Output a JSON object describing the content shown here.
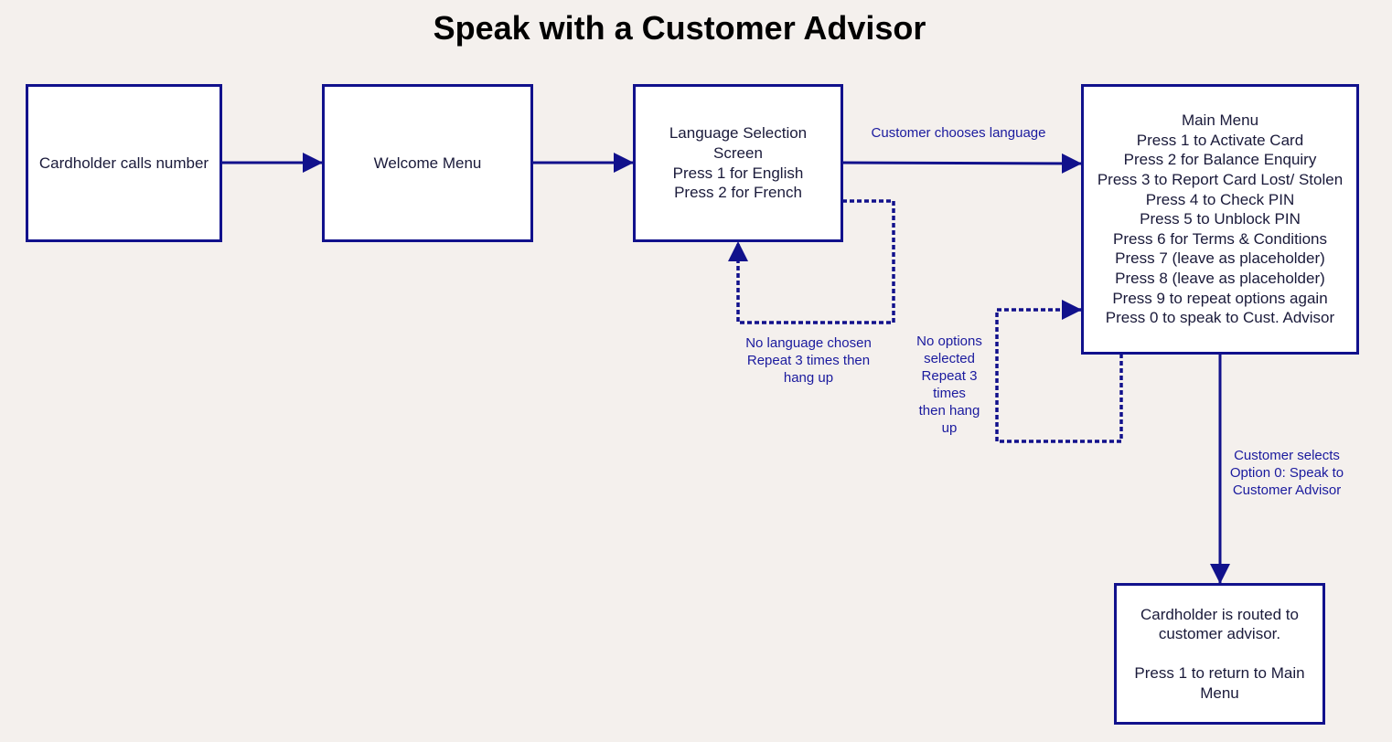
{
  "title": "Speak with a Customer Advisor",
  "colors": {
    "border": "#11118c",
    "label": "#1a1a9e",
    "background": "#f4f0ed"
  },
  "nodes": {
    "cardholder_calls": {
      "lines": [
        "Cardholder calls number"
      ]
    },
    "welcome_menu": {
      "lines": [
        "Welcome Menu"
      ]
    },
    "language_selection": {
      "lines": [
        "Language Selection",
        "Screen",
        "Press 1 for English",
        "Press 2 for French"
      ]
    },
    "main_menu": {
      "lines": [
        "Main Menu",
        "Press 1 to Activate Card",
        "Press 2 for Balance Enquiry",
        "Press 3 to Report Card Lost/ Stolen",
        "Press 4 to Check PIN",
        "Press 5 to Unblock PIN",
        "Press 6 for Terms & Conditions",
        "Press 7 (leave as placeholder)",
        "Press 8 (leave as placeholder)",
        "Press 9 to repeat options again",
        "Press 0 to speak to Cust. Advisor"
      ]
    },
    "customer_advisor": {
      "lines": [
        "Cardholder is routed to",
        "customer advisor.",
        "",
        "Press 1 to return to Main",
        "Menu"
      ]
    }
  },
  "edge_labels": {
    "customer_chooses_language": {
      "lines": [
        "Customer chooses language"
      ]
    },
    "no_language_chosen": {
      "lines": [
        "No language chosen",
        "Repeat 3 times then",
        "hang up"
      ]
    },
    "no_options_selected": {
      "lines": [
        "No options",
        "selected",
        "Repeat 3",
        "times",
        "then hang",
        "up"
      ]
    },
    "customer_selects_option0": {
      "lines": [
        "Customer selects",
        "Option 0: Speak to",
        "Customer Advisor"
      ]
    }
  }
}
